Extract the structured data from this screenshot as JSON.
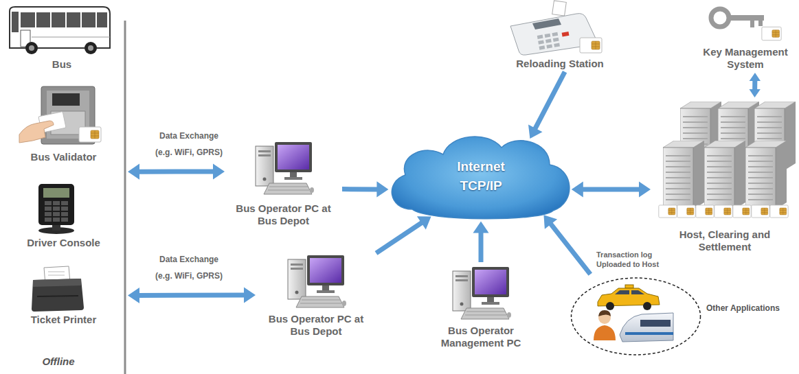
{
  "diagram": {
    "nodes": [
      {
        "text": [
          "Offline"
        ]
      },
      {
        "text": [
          "Bus"
        ],
        "in": 0
      },
      {
        "text": [
          "Bus Validator"
        ],
        "in": 0
      },
      {
        "text": [
          "Driver Console"
        ],
        "in": 0
      },
      {
        "text": [
          "Ticket Printer"
        ],
        "in": 0
      },
      {
        "text": [
          "Bus Operator PC at Bus Depot"
        ]
      },
      {
        "text": [
          "Bus Operator PC at Bus Depot"
        ]
      },
      {
        "text": [
          "Internet TCP/IP"
        ]
      },
      {
        "text": [
          "Reloading Station"
        ]
      },
      {
        "text": [
          "Key Management System"
        ]
      },
      {
        "text": [
          "Host, Clearing and Settlement"
        ]
      },
      {
        "text": [
          "Bus Operator Management PC"
        ]
      },
      {
        "text": [
          "Other Applications"
        ]
      }
    ],
    "edges": [
      {
        "from": 0,
        "to": 5,
        "label": "Data Exchange (e.g. WiFi, GPRS)",
        "arrow": "both"
      },
      {
        "from": 0,
        "to": 6,
        "label": "Data Exchange (e.g. WiFi, GPRS)",
        "arrow": "both"
      },
      {
        "from": 5,
        "to": 7,
        "arrow": "to"
      },
      {
        "from": 6,
        "to": 7,
        "arrow": "to"
      },
      {
        "from": 11,
        "to": 7,
        "arrow": "to"
      },
      {
        "from": 8,
        "to": 7,
        "arrow": "to"
      },
      {
        "from": 7,
        "to": 10,
        "arrow": "both"
      },
      {
        "from": 9,
        "to": 10,
        "arrow": "both"
      },
      {
        "from": 12,
        "to": 7,
        "label": "Transaction log Uploaded to Host",
        "arrow": "to"
      }
    ]
  }
}
